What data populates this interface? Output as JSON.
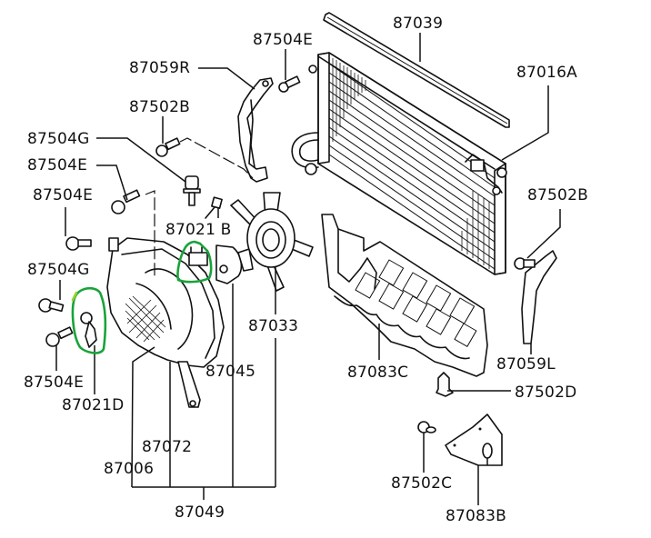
{
  "title": "Condenser, fan shroud and mounting parts exploded view",
  "colors": {
    "line": "#111111",
    "highlight": "#1aa33a",
    "background": "#ffffff"
  },
  "labels": {
    "p87039": "87039",
    "p87504E_top": "87504E",
    "p87059R": "87059R",
    "p87016A": "87016A",
    "p87502B_left": "87502B",
    "p87504G_top": "87504G",
    "p87504E_mid": "87504E",
    "p87504E_left": "87504E",
    "p87021B": "87021 B",
    "p87502B_right": "87502B",
    "p87504G_left": "87504G",
    "p87033": "87033",
    "p87083C": "87083C",
    "p87059L": "87059L",
    "p87045": "87045",
    "p87504E_bottom": "87504E",
    "p87021D": "87021D",
    "p87502D": "87502D",
    "p87072": "87072",
    "p87006": "87006",
    "p87502C": "87502C",
    "p87083B": "87083B",
    "p87049": "87049"
  },
  "highlights": [
    {
      "part": "87021D",
      "shape": "hand-drawn circle"
    },
    {
      "part": "87021 B",
      "shape": "hand-drawn circle"
    }
  ]
}
